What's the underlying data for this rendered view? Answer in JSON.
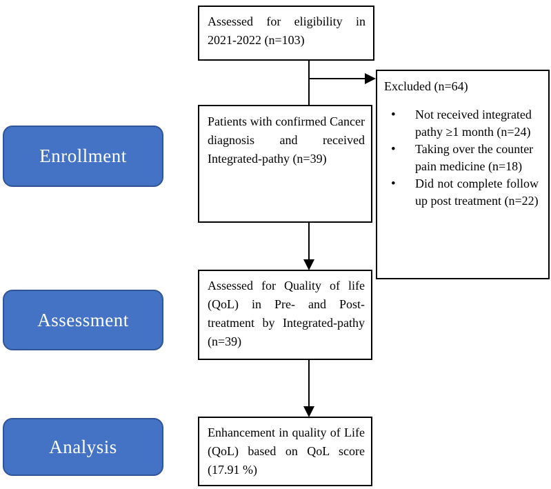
{
  "colors": {
    "background": "#ffffff",
    "stage_fill": "#4472C4",
    "stage_border": "#2F5597",
    "stage_text": "#ffffff",
    "box_border": "#000000",
    "text": "#000000"
  },
  "stages": [
    {
      "label": "Enrollment"
    },
    {
      "label": "Assessment"
    },
    {
      "label": "Analysis"
    }
  ],
  "boxes": {
    "eligibility": "Assessed for eligibility in 2021-2022 (n=103)",
    "enrolled": "Patients with confirmed Cancer diagnosis and received Integrated-pathy (n=39)",
    "excluded_title": "Excluded (n=64)",
    "excluded_items": [
      "Not received integrated pathy ≥1 month (n=24)",
      "Taking over the counter pain medicine (n=18)",
      "Did not complete follow up post treatment (n=22)"
    ],
    "qol_assessment": "Assessed for Quality of life (QoL) in Pre- and Post-treatment by Integrated-pathy (n=39)",
    "analysis_result": "Enhancement in quality of Life (QoL) based on QoL score (17.91 %)"
  }
}
